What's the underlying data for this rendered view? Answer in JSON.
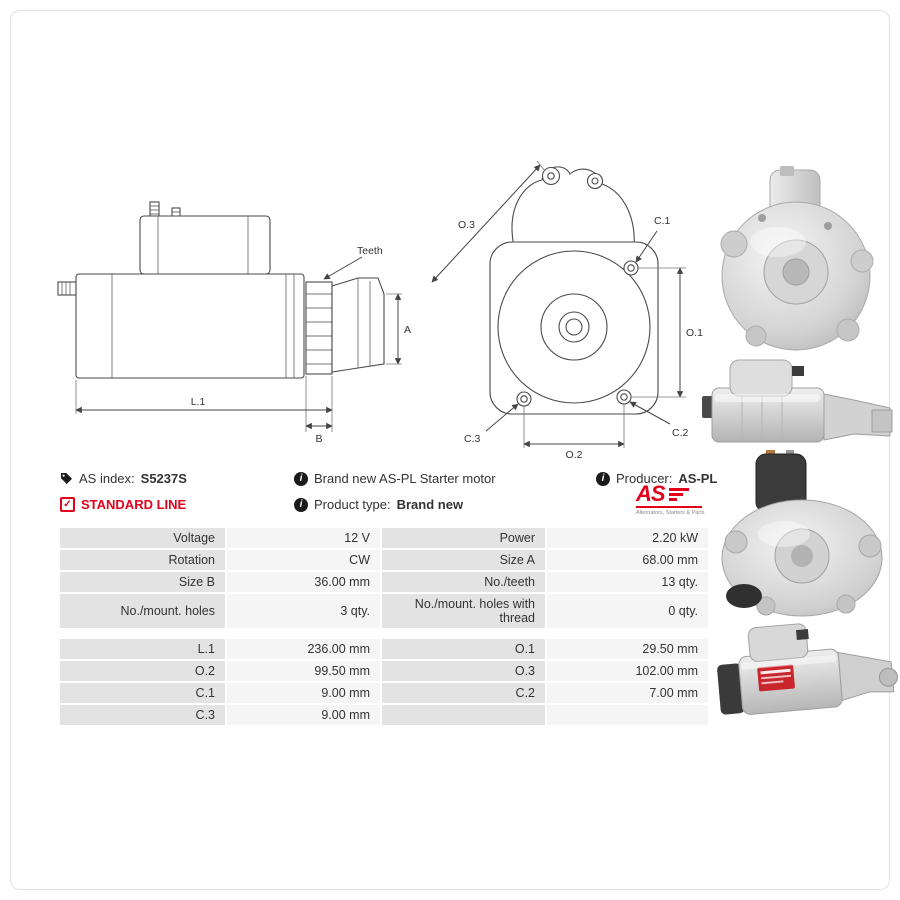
{
  "info": {
    "as_index_label": "AS index:",
    "as_index_value": "S5237S",
    "brand_new_text": "Brand new AS-PL Starter motor",
    "producer_label": "Producer:",
    "producer_value": "AS-PL",
    "standard_line": "STANDARD LINE",
    "product_type_label": "Product type:",
    "product_type_value": "Brand new"
  },
  "logo": {
    "text": "AS",
    "subtext": "Alternators, Starters & Parts"
  },
  "icons": {
    "info": "i",
    "check": "✓",
    "tag": "tag-icon"
  },
  "drawings": {
    "side": {
      "teeth": "Teeth",
      "a": "A",
      "l1": "L.1",
      "b": "B"
    },
    "front": {
      "o3": "O.3",
      "c1": "C.1",
      "o1": "O.1",
      "c2": "C.2",
      "c3": "C.3",
      "o2": "O.2"
    }
  },
  "table": {
    "rows": [
      {
        "l_label": "Voltage",
        "l_value": "12 V",
        "r_label": "Power",
        "r_value": "2.20 kW"
      },
      {
        "l_label": "Rotation",
        "l_value": "CW",
        "r_label": "Size A",
        "r_value": "68.00 mm"
      },
      {
        "l_label": "Size B",
        "l_value": "36.00 mm",
        "r_label": "No./teeth",
        "r_value": "13 qty."
      },
      {
        "l_label": "No./mount. holes",
        "l_value": "3 qty.",
        "r_label": "No./mount. holes with thread",
        "r_value": "0 qty."
      },
      {
        "l_label": "L.1",
        "l_value": "236.00 mm",
        "r_label": "O.1",
        "r_value": "29.50 mm"
      },
      {
        "l_label": "O.2",
        "l_value": "99.50 mm",
        "r_label": "O.3",
        "r_value": "102.00 mm"
      },
      {
        "l_label": "C.1",
        "l_value": "9.00 mm",
        "r_label": "C.2",
        "r_value": "7.00 mm"
      },
      {
        "l_label": "C.3",
        "l_value": "9.00 mm",
        "r_label": "",
        "r_value": ""
      }
    ]
  },
  "colors": {
    "accent_red": "#e2001a",
    "label_bg": "#e3e3e3",
    "value_bg": "#f5f5f5",
    "line": "#4a4a4a"
  }
}
